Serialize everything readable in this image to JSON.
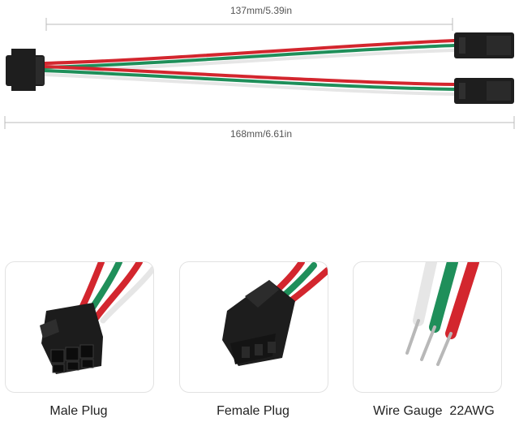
{
  "dimensions": {
    "top": "137mm/5.39in",
    "bottom": "168mm/6.61in"
  },
  "captions": {
    "male": "Male Plug",
    "female": "Female Plug",
    "wire_label": "Wire Gauge",
    "wire_value": "22AWG"
  },
  "colors": {
    "wire_red": "#d3262e",
    "wire_green": "#1f8f5a",
    "wire_white": "#eeeeee",
    "connector": "#1e1e1e"
  }
}
